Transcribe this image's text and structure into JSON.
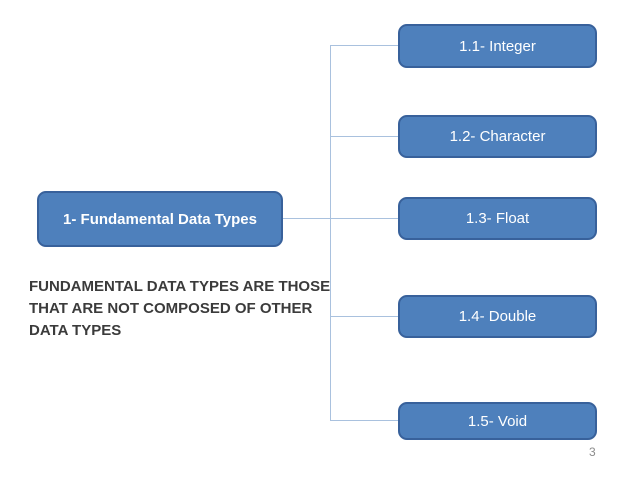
{
  "slide": {
    "page_number": "3"
  },
  "diagram": {
    "root": {
      "label": "1- Fundamental Data Types"
    },
    "children": [
      {
        "label": "1.1- Integer"
      },
      {
        "label": "1.2- Character"
      },
      {
        "label": "1.3- Float"
      },
      {
        "label": "1.4- Double"
      },
      {
        "label": "1.5- Void"
      }
    ]
  },
  "note": {
    "lines": [
      "FUNDAMENTAL DATA TYPES ARE THOSE",
      "THAT ARE NOT COMPOSED OF OTHER",
      "DATA TYPES"
    ]
  },
  "colors": {
    "box-fill": "#4E80BC",
    "box-border": "#38619B",
    "box-text": "#FFFFFF",
    "connector": "#A9C1DE",
    "note-text": "#3B3B3B",
    "page-number": "#8C8C8C"
  }
}
